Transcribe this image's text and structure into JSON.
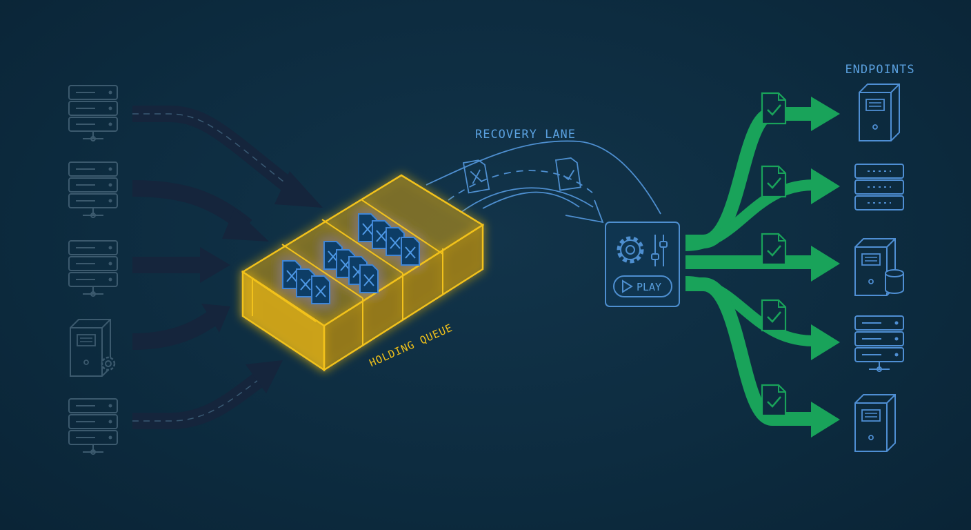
{
  "labels": {
    "endpoints": "ENDPOINTS",
    "recovery_lane": "RECOVERY LANE",
    "holding_queue": "HOLDING QUEUE",
    "play_button": "PLAY"
  },
  "sources": [
    {
      "icon": "rack-server-icon"
    },
    {
      "icon": "rack-server-icon"
    },
    {
      "icon": "rack-server-icon"
    },
    {
      "icon": "tower-server-gear-icon"
    },
    {
      "icon": "rack-server-icon"
    }
  ],
  "endpoints": [
    {
      "icon": "tower-server-icon"
    },
    {
      "icon": "rack-server-icon"
    },
    {
      "icon": "tower-server-database-icon"
    },
    {
      "icon": "rack-server-icon"
    },
    {
      "icon": "tower-server-icon"
    }
  ],
  "colors": {
    "background": "#0d2c40",
    "incoming_arrow": "#15253c",
    "queue": "#f2c21a",
    "recovery_lane": "#4e8fd0",
    "delivery": "#19a35a",
    "source_icon": "#3c5a6e",
    "endpoint_icon": "#4f8fd4",
    "failed_message": "#3f86d6"
  }
}
